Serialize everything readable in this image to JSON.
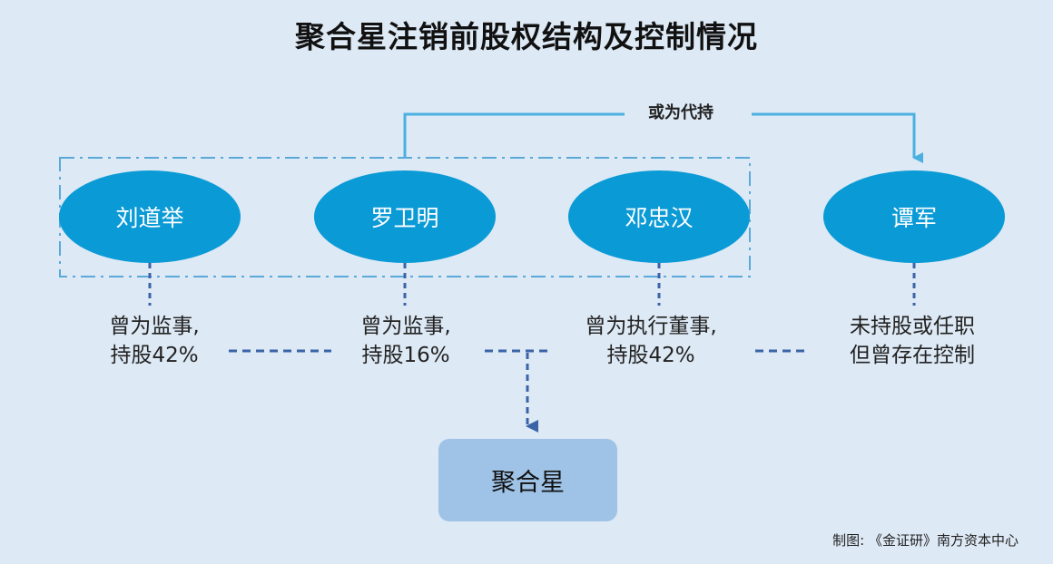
{
  "title": "聚合星注销前股权结构及控制情况",
  "proxy_label": "或为代持",
  "persons": [
    {
      "name": "刘道举",
      "desc_line1": "曾为监事,",
      "desc_line2": "持股42%"
    },
    {
      "name": "罗卫明",
      "desc_line1": "曾为监事,",
      "desc_line2": "持股16%"
    },
    {
      "name": "邓忠汉",
      "desc_line1": "曾为执行董事,",
      "desc_line2": "持股42%"
    },
    {
      "name": "谭军",
      "desc_line1": "未持股或任职",
      "desc_line2": "但曾存在控制"
    }
  ],
  "company": "聚合星",
  "source": "制图: 《金证研》南方资本中心",
  "colors": {
    "background": "#dde9f5",
    "person_fill": "#0a9ad6",
    "company_fill": "#9ec3e6",
    "connector": "#4a8fd0",
    "dashed_line": "#3a63a8"
  }
}
